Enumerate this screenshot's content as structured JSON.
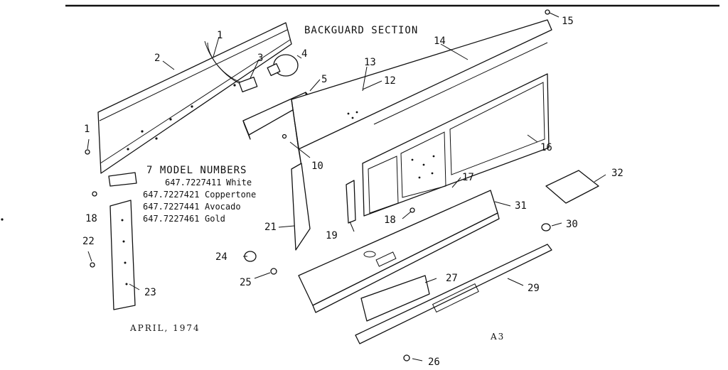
{
  "title": "BACKGUARD SECTION",
  "date": "APRIL, 1974",
  "page_code": "A3",
  "model_heading": "7 MODEL NUMBERS",
  "models": [
    {
      "number": "647.7227411",
      "finish": "White"
    },
    {
      "number": "647.7227421",
      "finish": "Coppertone"
    },
    {
      "number": "647.7227441",
      "finish": "Avocado"
    },
    {
      "number": "647.7227461",
      "finish": "Gold"
    }
  ],
  "callouts": [
    "1",
    "1",
    "2",
    "3",
    "4",
    "5",
    "10",
    "12",
    "13",
    "14",
    "15",
    "16",
    "17",
    "18",
    "18",
    "19",
    "21",
    "22",
    "23",
    "24",
    "25",
    "26",
    "27",
    "29",
    "30",
    "31",
    "32"
  ]
}
